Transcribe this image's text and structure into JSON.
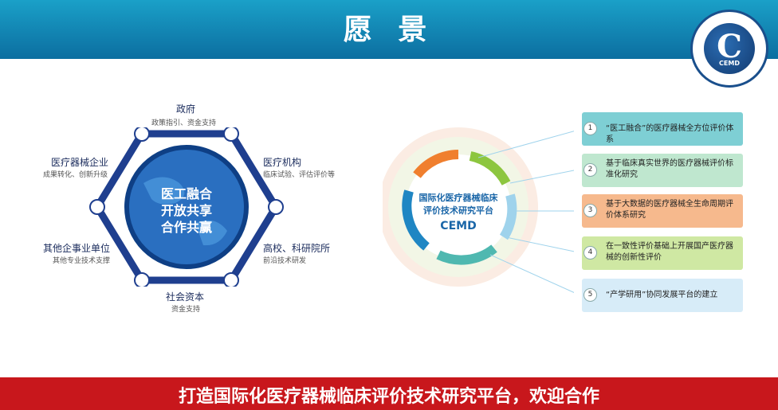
{
  "header": {
    "title": "愿 景"
  },
  "logo": {
    "mark": "C",
    "abbr": "CEMD"
  },
  "left": {
    "center": [
      "医工融合",
      "开放共享",
      "合作共赢"
    ],
    "nodes": [
      {
        "label": "政府",
        "sub": "政策指引、资金支持"
      },
      {
        "label": "医疗机构",
        "sub": "临床试验、评估评价等"
      },
      {
        "label": "高校、科研院所",
        "sub": "前沿技术研发"
      },
      {
        "label": "社会资本",
        "sub": "资金支持"
      },
      {
        "label": "其他企事业单位",
        "sub": "其他专业技术支撑"
      },
      {
        "label": "医疗器械企业",
        "sub": "成果转化、创新升级"
      }
    ]
  },
  "ring": {
    "line1": "国际化医疗器械临床",
    "line2": "评价技术研究平台",
    "abbr": "CEMD"
  },
  "items": [
    {
      "num": "1",
      "text": "“医工融合”的医疗器械全方位评价体系",
      "color": "#7ecfd4"
    },
    {
      "num": "2",
      "text": "基于临床真实世界的医疗器械评价标准化研究",
      "color": "#bfe7cf"
    },
    {
      "num": "3",
      "text": "基于大数据的医疗器械全生命周期评价体系研究",
      "color": "#f6b98d"
    },
    {
      "num": "4",
      "text": "在一致性评价基础上开展国产医疗器械的创新性评价",
      "color": "#cfe8a3"
    },
    {
      "num": "5",
      "text": "“产学研用”协同发展平台的建立",
      "color": "#d7ecf8"
    }
  ],
  "footer": {
    "slogan": "打造国际化医疗器械临床评价技术研究平台，欢迎合作"
  },
  "colors": {
    "header": "#0c6ea0",
    "footer": "#c8171c",
    "hexagon": "#1f3f8f"
  }
}
